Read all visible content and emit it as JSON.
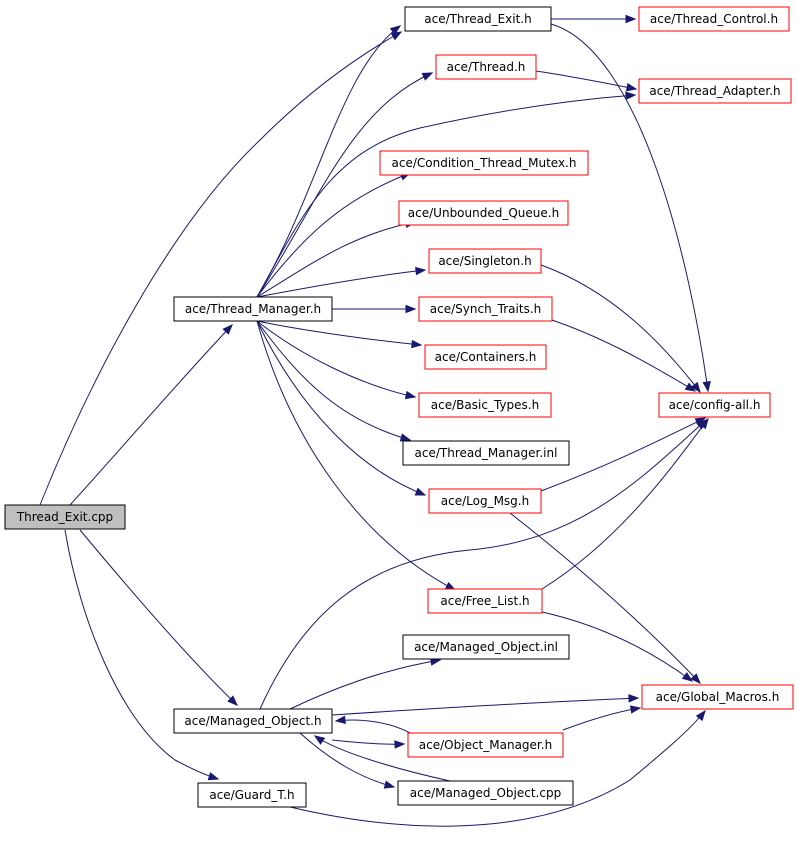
{
  "colors": {
    "edge": "#191970",
    "documented_border": "#000000",
    "undocumented_border": "#ff0000",
    "root_fill": "#bfbfbf",
    "node_fill": "#ffffff"
  },
  "nodes": [
    {
      "id": "thread_exit_cpp",
      "label": "Thread_Exit.cpp",
      "kind": "root"
    },
    {
      "id": "thread_exit_h",
      "label": "ace/Thread_Exit.h",
      "kind": "documented"
    },
    {
      "id": "thread_control_h",
      "label": "ace/Thread_Control.h",
      "kind": "undocumented"
    },
    {
      "id": "thread_h",
      "label": "ace/Thread.h",
      "kind": "undocumented"
    },
    {
      "id": "thread_adapter_h",
      "label": "ace/Thread_Adapter.h",
      "kind": "undocumented"
    },
    {
      "id": "condition_thread_mutex_h",
      "label": "ace/Condition_Thread_Mutex.h",
      "kind": "undocumented"
    },
    {
      "id": "unbounded_queue_h",
      "label": "ace/Unbounded_Queue.h",
      "kind": "undocumented"
    },
    {
      "id": "singleton_h",
      "label": "ace/Singleton.h",
      "kind": "undocumented"
    },
    {
      "id": "thread_manager_h",
      "label": "ace/Thread_Manager.h",
      "kind": "documented"
    },
    {
      "id": "synch_traits_h",
      "label": "ace/Synch_Traits.h",
      "kind": "undocumented"
    },
    {
      "id": "containers_h",
      "label": "ace/Containers.h",
      "kind": "undocumented"
    },
    {
      "id": "basic_types_h",
      "label": "ace/Basic_Types.h",
      "kind": "undocumented"
    },
    {
      "id": "config_all_h",
      "label": "ace/config-all.h",
      "kind": "undocumented"
    },
    {
      "id": "thread_manager_inl",
      "label": "ace/Thread_Manager.inl",
      "kind": "documented"
    },
    {
      "id": "log_msg_h",
      "label": "ace/Log_Msg.h",
      "kind": "undocumented"
    },
    {
      "id": "free_list_h",
      "label": "ace/Free_List.h",
      "kind": "undocumented"
    },
    {
      "id": "managed_object_inl",
      "label": "ace/Managed_Object.inl",
      "kind": "documented"
    },
    {
      "id": "global_macros_h",
      "label": "ace/Global_Macros.h",
      "kind": "undocumented"
    },
    {
      "id": "managed_object_h",
      "label": "ace/Managed_Object.h",
      "kind": "documented"
    },
    {
      "id": "object_manager_h",
      "label": "ace/Object_Manager.h",
      "kind": "undocumented"
    },
    {
      "id": "guard_t_h",
      "label": "ace/Guard_T.h",
      "kind": "documented"
    },
    {
      "id": "managed_object_cpp",
      "label": "ace/Managed_Object.cpp",
      "kind": "documented"
    }
  ],
  "edges": [
    {
      "from": "thread_exit_cpp",
      "to": "thread_exit_h"
    },
    {
      "from": "thread_exit_cpp",
      "to": "thread_manager_h"
    },
    {
      "from": "thread_exit_cpp",
      "to": "managed_object_h"
    },
    {
      "from": "thread_exit_cpp",
      "to": "guard_t_h"
    },
    {
      "from": "thread_exit_h",
      "to": "thread_control_h"
    },
    {
      "from": "thread_exit_h",
      "to": "config_all_h"
    },
    {
      "from": "thread_manager_h",
      "to": "thread_exit_h"
    },
    {
      "from": "thread_manager_h",
      "to": "thread_h"
    },
    {
      "from": "thread_manager_h",
      "to": "thread_adapter_h"
    },
    {
      "from": "thread_manager_h",
      "to": "condition_thread_mutex_h"
    },
    {
      "from": "thread_manager_h",
      "to": "unbounded_queue_h"
    },
    {
      "from": "thread_manager_h",
      "to": "singleton_h"
    },
    {
      "from": "thread_manager_h",
      "to": "synch_traits_h"
    },
    {
      "from": "thread_manager_h",
      "to": "containers_h"
    },
    {
      "from": "thread_manager_h",
      "to": "basic_types_h"
    },
    {
      "from": "thread_manager_h",
      "to": "thread_manager_inl"
    },
    {
      "from": "thread_manager_h",
      "to": "log_msg_h"
    },
    {
      "from": "thread_manager_h",
      "to": "free_list_h"
    },
    {
      "from": "thread_h",
      "to": "thread_adapter_h"
    },
    {
      "from": "singleton_h",
      "to": "config_all_h"
    },
    {
      "from": "synch_traits_h",
      "to": "config_all_h"
    },
    {
      "from": "log_msg_h",
      "to": "config_all_h"
    },
    {
      "from": "log_msg_h",
      "to": "global_macros_h"
    },
    {
      "from": "free_list_h",
      "to": "config_all_h"
    },
    {
      "from": "free_list_h",
      "to": "global_macros_h"
    },
    {
      "from": "managed_object_h",
      "to": "config_all_h"
    },
    {
      "from": "managed_object_h",
      "to": "managed_object_inl"
    },
    {
      "from": "managed_object_h",
      "to": "global_macros_h"
    },
    {
      "from": "managed_object_h",
      "to": "object_manager_h"
    },
    {
      "from": "managed_object_h",
      "to": "managed_object_cpp"
    },
    {
      "from": "object_manager_h",
      "to": "managed_object_h"
    },
    {
      "from": "object_manager_h",
      "to": "global_macros_h"
    },
    {
      "from": "managed_object_cpp",
      "to": "managed_object_h"
    },
    {
      "from": "guard_t_h",
      "to": "global_macros_h"
    }
  ]
}
